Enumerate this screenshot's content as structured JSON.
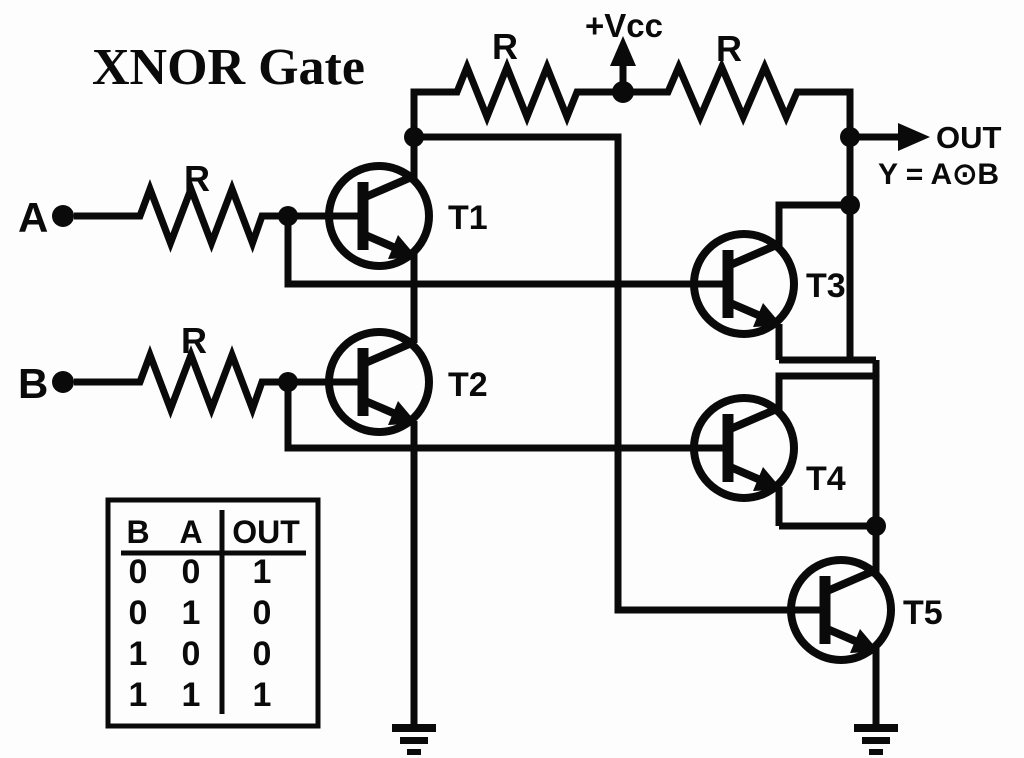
{
  "title": "XNOR Gate",
  "labels": {
    "vcc": "+Vcc",
    "input_a": "A",
    "input_b": "B",
    "out": "OUT",
    "equation": "Y = A⊙B",
    "resistor_a": "R",
    "resistor_b": "R",
    "resistor_left": "R",
    "resistor_right": "R",
    "t1": "T1",
    "t2": "T2",
    "t3": "T3",
    "t4": "T4",
    "t5": "T5"
  },
  "truth_table": {
    "headers": [
      "B",
      "A",
      "OUT"
    ],
    "rows": [
      [
        "0",
        "0",
        "1"
      ],
      [
        "0",
        "1",
        "0"
      ],
      [
        "1",
        "0",
        "0"
      ],
      [
        "1",
        "1",
        "1"
      ]
    ]
  },
  "colors": {
    "ink": "#0a0a0a",
    "background": "#fdfdfd"
  }
}
